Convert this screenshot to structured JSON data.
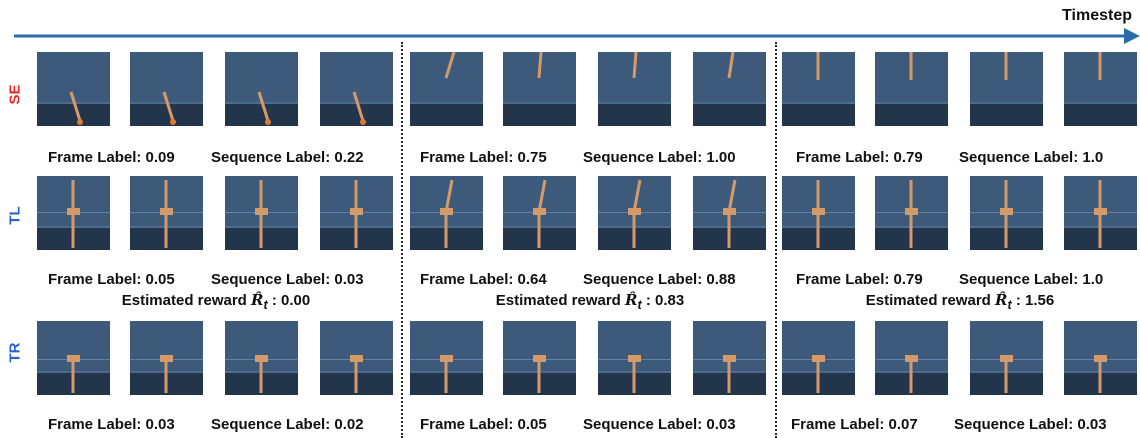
{
  "header": {
    "timestep_label": "Timestep",
    "colors": {
      "arrow": "#2a6ea8"
    }
  },
  "rows": [
    {
      "label": "SE",
      "color": "#e8262b",
      "segments": [
        {
          "frame_label": "Frame Label: 0.09",
          "sequence_label": "Sequence Label: 0.22"
        },
        {
          "frame_label": "Frame Label: 0.75",
          "sequence_label": "Sequence Label: 1.00"
        },
        {
          "frame_label": "Frame Label: 0.79",
          "sequence_label": "Sequence Label: 1.0"
        }
      ]
    },
    {
      "label": "TL",
      "color": "#2a5fd6",
      "segments": [
        {
          "frame_label": "Frame Label: 0.05",
          "sequence_label": "Sequence Label: 0.03"
        },
        {
          "frame_label": "Frame Label: 0.64",
          "sequence_label": "Sequence Label: 0.88"
        },
        {
          "frame_label": "Frame Label: 0.79",
          "sequence_label": "Sequence Label: 1.0"
        }
      ]
    },
    {
      "label": "TR",
      "color": "#2a5fd6",
      "segments": [
        {
          "frame_label": "Frame Label: 0.03",
          "sequence_label": "Sequence Label: 0.02"
        },
        {
          "frame_label": "Frame Label: 0.05",
          "sequence_label": "Sequence Label: 0.03"
        },
        {
          "frame_label": "Frame Label: 0.07",
          "sequence_label": "Sequence Label: 0.03"
        }
      ]
    }
  ],
  "rewards": [
    {
      "prefix": "Estimated reward",
      "symbol": "R̂",
      "subscript": "t",
      "value": ": 0.00"
    },
    {
      "prefix": "Estimated reward",
      "symbol": "R̂",
      "subscript": "t",
      "value": ": 0.83"
    },
    {
      "prefix": "Estimated reward",
      "symbol": "R̂",
      "subscript": "t",
      "value": ": 1.56"
    }
  ],
  "frame_style": {
    "background": "#3d5a7a",
    "floor": "#22354a",
    "pole": "#d49a6a",
    "tip": "#e07a30"
  }
}
